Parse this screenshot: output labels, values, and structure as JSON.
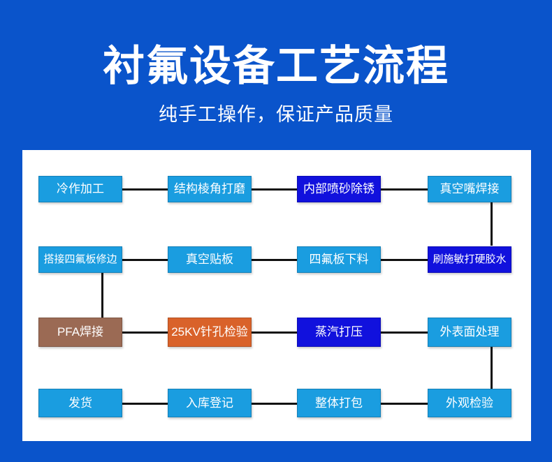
{
  "header": {
    "title": "衬氟设备工艺流程",
    "subtitle": "纯手工操作，保证产品质量"
  },
  "colors": {
    "background": "#0a54cb",
    "panel": "#ffffff",
    "light_blue": "#1a9de0",
    "dark_blue": "#1111dd",
    "brown": "#9b6a54",
    "orange": "#d9622a",
    "connector": "#111111"
  },
  "flow": {
    "rows": [
      {
        "direction": "left-to-right",
        "steps": [
          {
            "label": "冷作加工",
            "color": "light_blue"
          },
          {
            "label": "结构棱角打磨",
            "color": "light_blue"
          },
          {
            "label": "内部喷砂除锈",
            "color": "dark_blue"
          },
          {
            "label": "真空嘴焊接",
            "color": "light_blue"
          }
        ]
      },
      {
        "direction": "right-to-left",
        "steps": [
          {
            "label": "搭接四氟板修边",
            "color": "light_blue"
          },
          {
            "label": "真空贴板",
            "color": "light_blue"
          },
          {
            "label": "四氟板下料",
            "color": "light_blue"
          },
          {
            "label": "刷施敏打硬胶水",
            "color": "dark_blue"
          }
        ]
      },
      {
        "direction": "left-to-right",
        "steps": [
          {
            "label": "PFA焊接",
            "color": "brown"
          },
          {
            "label": "25KV针孔检验",
            "color": "orange"
          },
          {
            "label": "蒸汽打压",
            "color": "dark_blue"
          },
          {
            "label": "外表面处理",
            "color": "light_blue"
          }
        ]
      },
      {
        "direction": "right-to-left",
        "steps": [
          {
            "label": "发货",
            "color": "light_blue"
          },
          {
            "label": "入库登记",
            "color": "light_blue"
          },
          {
            "label": "整体打包",
            "color": "light_blue"
          },
          {
            "label": "外观检验",
            "color": "light_blue"
          }
        ]
      }
    ],
    "vertical_links": [
      {
        "from": "真空嘴焊接",
        "to": "刷施敏打硬胶水",
        "side": "right"
      },
      {
        "from": "搭接四氟板修边",
        "to": "PFA焊接",
        "side": "left"
      },
      {
        "from": "外表面处理",
        "to": "外观检验",
        "side": "right"
      }
    ]
  }
}
